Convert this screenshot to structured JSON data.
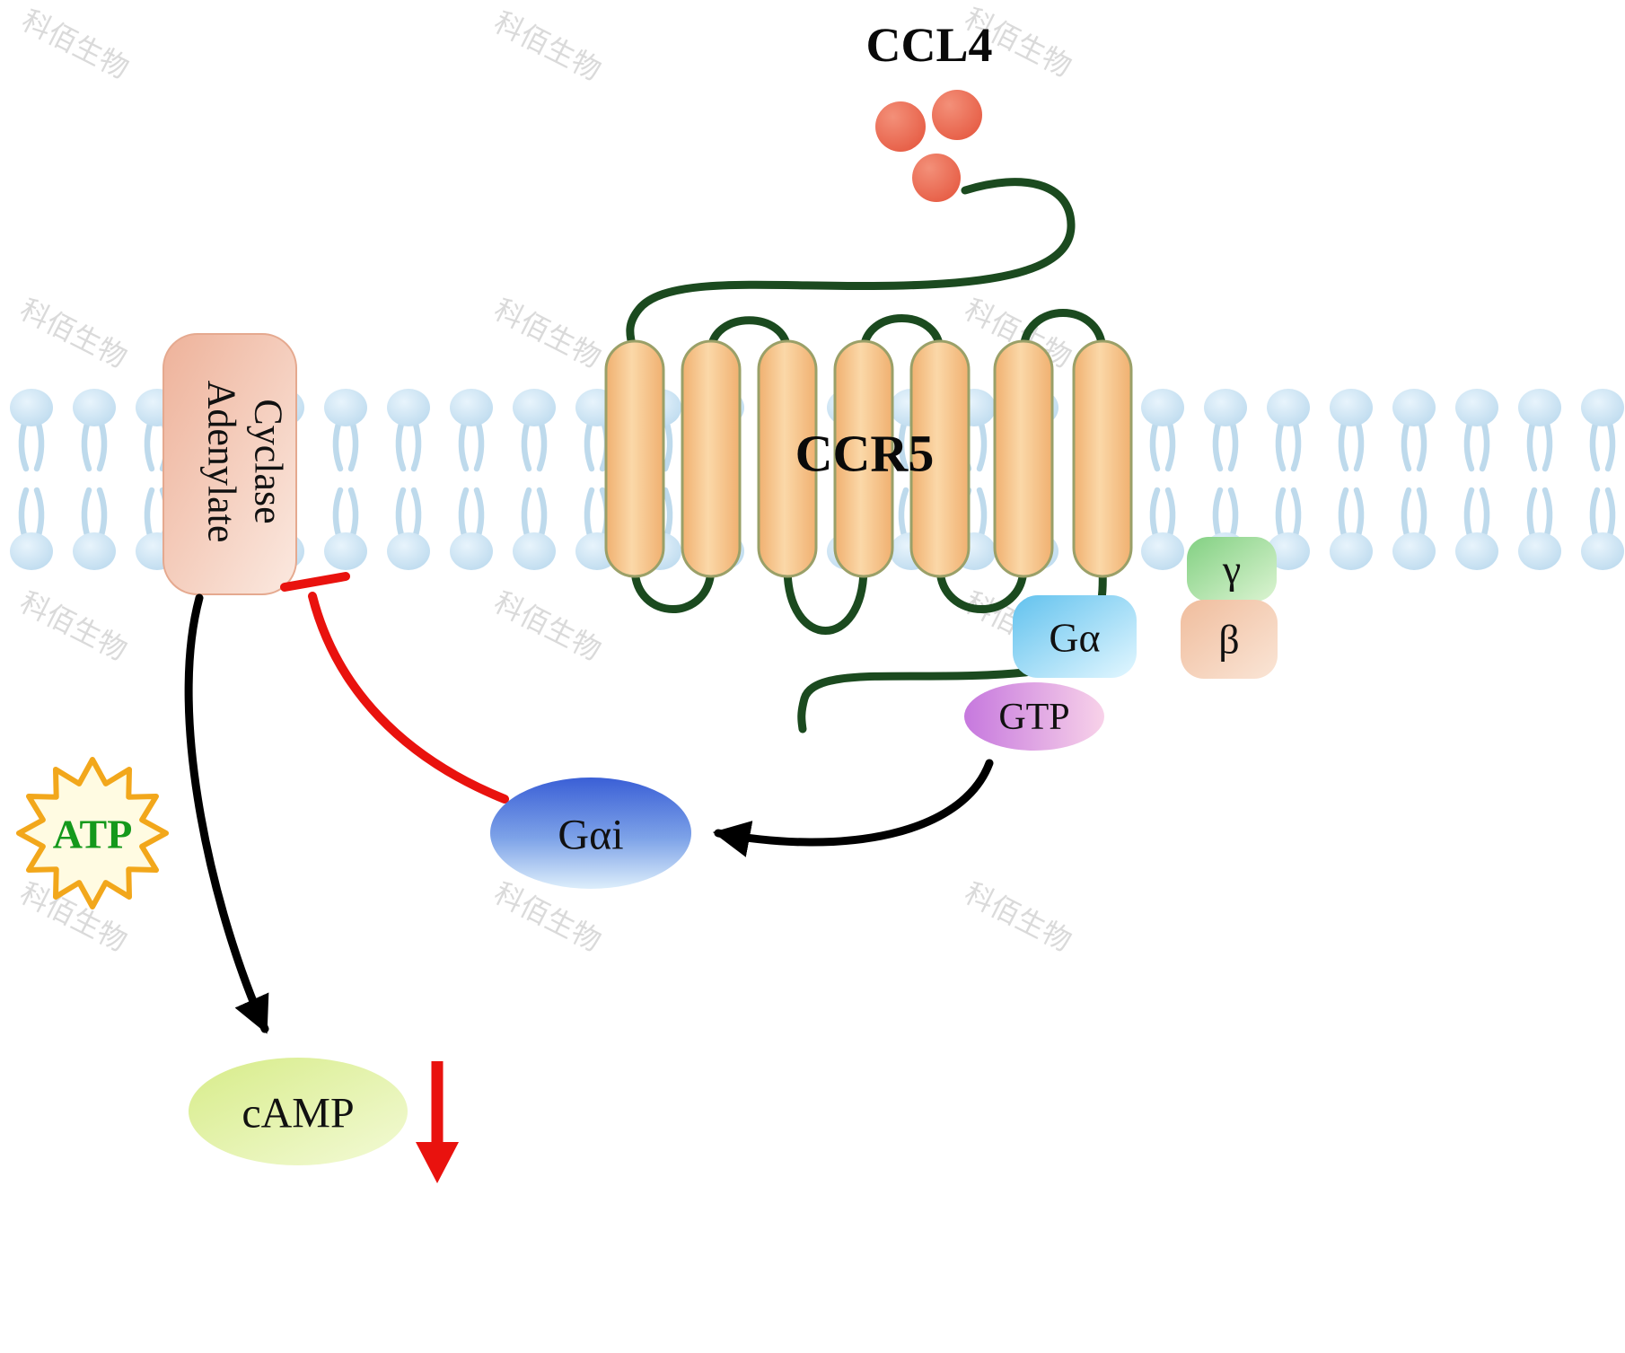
{
  "ligand": {
    "label": "CCL4"
  },
  "receptor": {
    "label": "CCR5"
  },
  "g_protein": {
    "alpha_label": "Gα",
    "gtp_label": "GTP",
    "gamma_label": "γ",
    "beta_label": "β",
    "gai_label": "Gαi"
  },
  "enzyme": {
    "line1": "Adenylate",
    "line2": "Cyclase"
  },
  "metabolites": {
    "atp": "ATP",
    "camp": "cAMP"
  },
  "watermark": {
    "text": "科佰生物"
  },
  "colors": {
    "chain_green": "#1b4a1f",
    "ligand_red": "#ec6a52",
    "inhibition_red": "#e9120e",
    "arrow_black": "#000000",
    "atp_text_green": "#14991c",
    "helix_fill": "#f7c58b",
    "membrane_head": "#cfe5f6"
  }
}
